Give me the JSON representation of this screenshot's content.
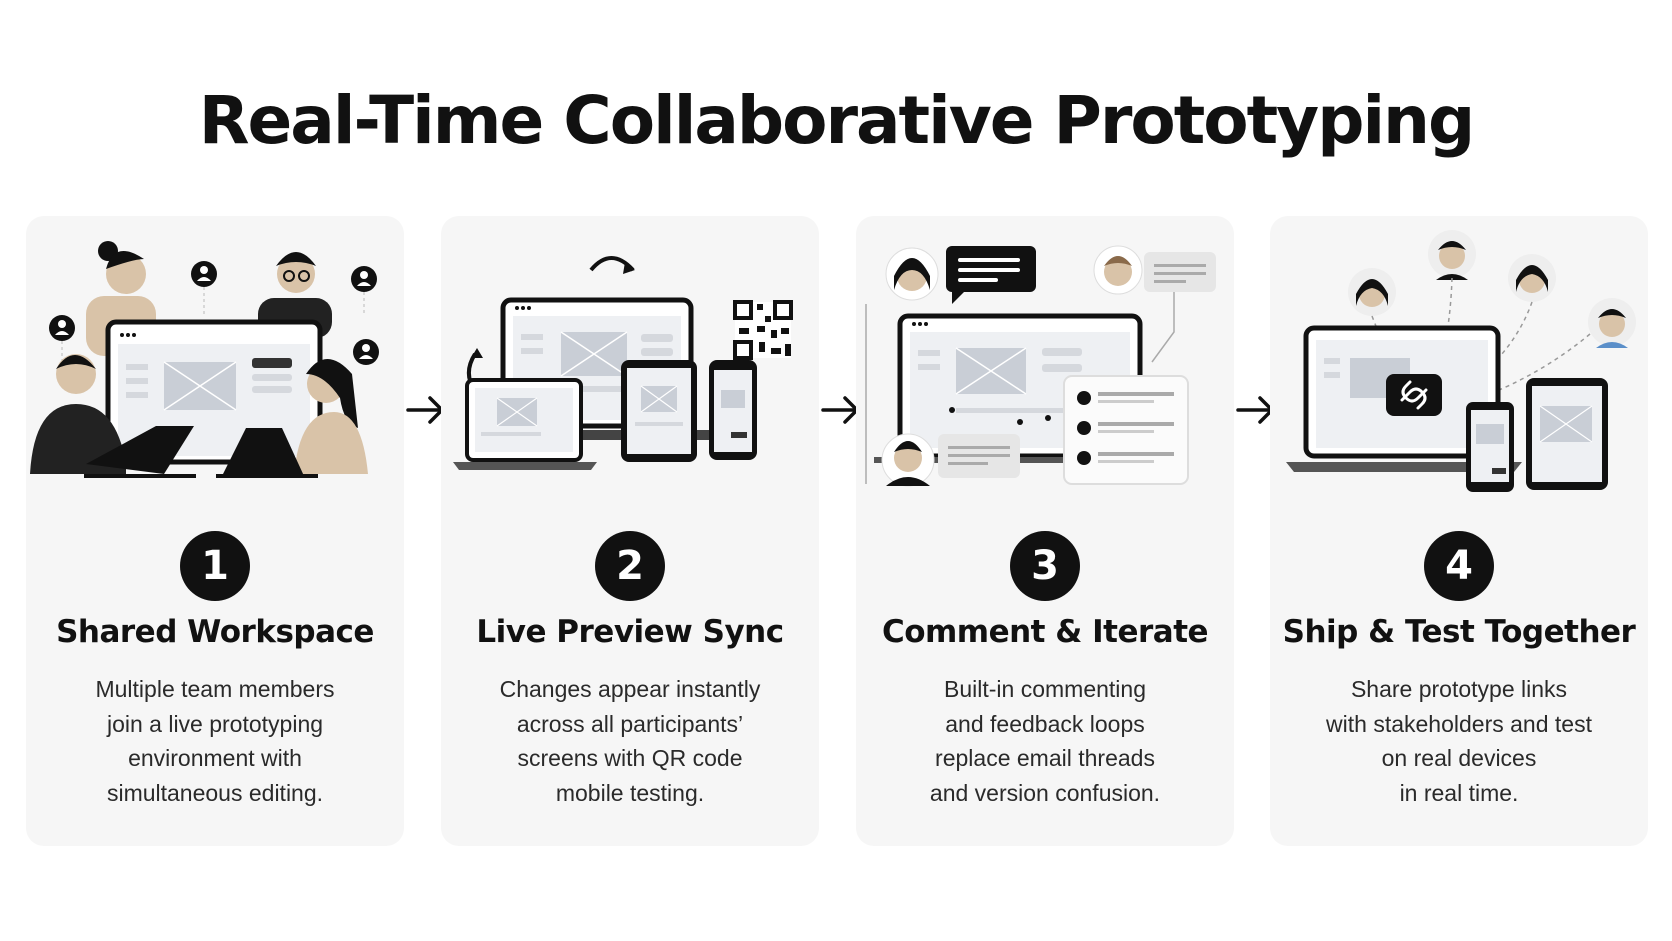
{
  "title": "Real-Time Collaborative Prototyping",
  "steps": [
    {
      "number": "1",
      "title": "Shared Workspace",
      "description": "Multiple team members\njoin a live prototyping\nenvironment with\nsimultaneous editing.",
      "illustration": "team-around-shared-screen"
    },
    {
      "number": "2",
      "title": "Live Preview Sync",
      "description": "Changes appear instantly\nacross all participants’\nscreens with QR code\nmobile testing.",
      "illustration": "synced-devices-with-qr-code"
    },
    {
      "number": "3",
      "title": "Comment & Iterate",
      "description": "Built-in commenting\nand feedback loops\nreplace email threads\nand version confusion.",
      "illustration": "comment-bubbles-around-screen"
    },
    {
      "number": "4",
      "title": "Ship & Test Together",
      "description": "Share prototype links\nwith stakeholders and test\non real devices\nin real time.",
      "illustration": "share-link-to-stakeholders"
    }
  ],
  "colors": {
    "card_bg": "#f6f6f6",
    "accent": "#111111",
    "screen_bg": "#eef0f3",
    "placeholder": "#c9ced6",
    "skin_tone": "#d9c3a8"
  }
}
